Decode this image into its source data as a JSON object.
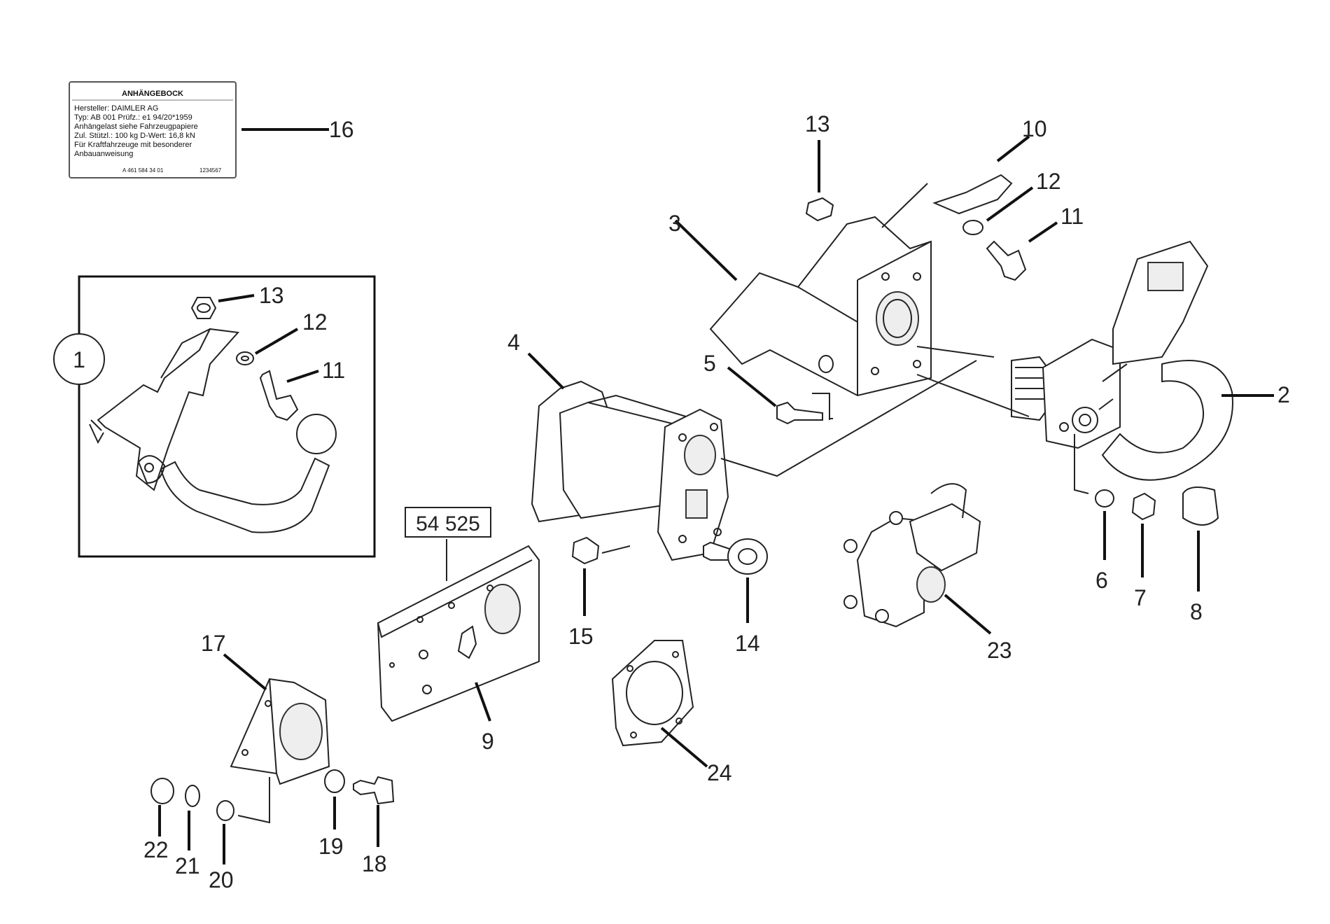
{
  "label_plate": {
    "title": "ANHÄNGEBOCK",
    "lines": [
      "Hersteller: DAIMLER AG",
      "Typ: AB 001 Prüfz.: e1 94/20*1959",
      "Anhängelast siehe Fahrzeugpapiere",
      "Zul. Stützl.: 100 kg  D-Wert: 16,8 kN",
      "Für Kraftfahrzeuge mit besonderer",
      "Anbauanweisung"
    ],
    "part_no": "A 461 584 34 01",
    "serial": "1234567"
  },
  "stamp_box": "54 525",
  "inset_item": "1",
  "callouts": {
    "c2": "2",
    "c3": "3",
    "c4": "4",
    "c5": "5",
    "c6": "6",
    "c7": "7",
    "c8": "8",
    "c9": "9",
    "c10": "10",
    "c11a": "11",
    "c11b": "11",
    "c12a": "12",
    "c12b": "12",
    "c13a": "13",
    "c13b": "13",
    "c14": "14",
    "c15": "15",
    "c16": "16",
    "c17": "17",
    "c18": "18",
    "c19": "19",
    "c20": "20",
    "c21": "21",
    "c22": "22",
    "c23": "23",
    "c24": "24"
  }
}
